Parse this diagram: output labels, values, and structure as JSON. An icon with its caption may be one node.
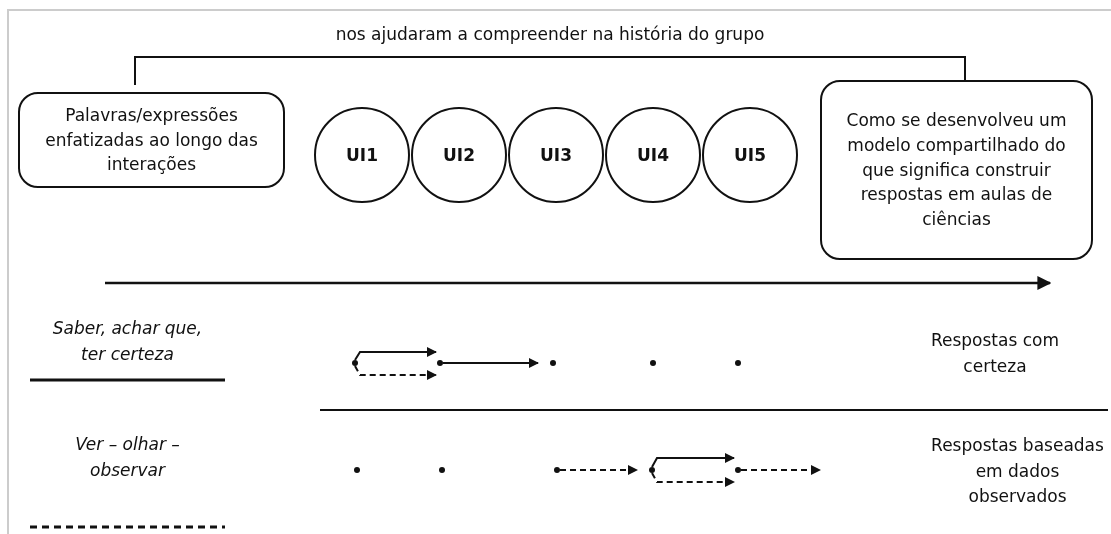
{
  "diagram": {
    "nodes": [
      {
        "text": [
          "Palavras/expressões enfatizadas ao longo das interações"
        ]
      },
      {
        "text": [
          "UI1"
        ]
      },
      {
        "text": [
          "UI2"
        ]
      },
      {
        "text": [
          "UI3"
        ]
      },
      {
        "text": [
          "UI4"
        ]
      },
      {
        "text": [
          "UI5"
        ]
      },
      {
        "text": [
          "Como se desenvolveu um modelo compartilhado do que significa construir respostas em aulas de ciências"
        ]
      },
      {
        "text": [],
        "shape": "dot"
      },
      {
        "text": [],
        "shape": "dot"
      },
      {
        "text": [],
        "shape": "dot"
      },
      {
        "text": [],
        "shape": "dot"
      },
      {
        "text": [],
        "shape": "dot"
      },
      {
        "text": [],
        "shape": "dot"
      },
      {
        "text": [],
        "shape": "dot"
      },
      {
        "text": [],
        "shape": "dot"
      },
      {
        "text": [],
        "shape": "dot"
      },
      {
        "text": [],
        "shape": "dot"
      }
    ],
    "edges": [
      {
        "from": 7,
        "to": 8,
        "arrow": "to"
      },
      {
        "from": 7,
        "to": 8,
        "arrow": "to",
        "style": "dashed"
      },
      {
        "from": 8,
        "to": 9,
        "arrow": "to"
      },
      {
        "from": 14,
        "to": 15,
        "arrow": "to",
        "style": "dashed"
      },
      {
        "from": 15,
        "to": 16,
        "arrow": "to"
      },
      {
        "from": 15,
        "to": 16,
        "arrow": "to",
        "style": "dashed"
      },
      {
        "from": 16,
        "to": null,
        "arrow": "to",
        "style": "dashed"
      }
    ],
    "labels": [
      "nos ajudaram a compreender na história do grupo",
      "Respostas com certeza",
      "Respostas baseadas em dados observados"
    ],
    "legend": [
      {
        "text": "Saber, achar que, ter certeza"
      },
      {
        "text": "Ver – olhar – observar"
      }
    ]
  }
}
